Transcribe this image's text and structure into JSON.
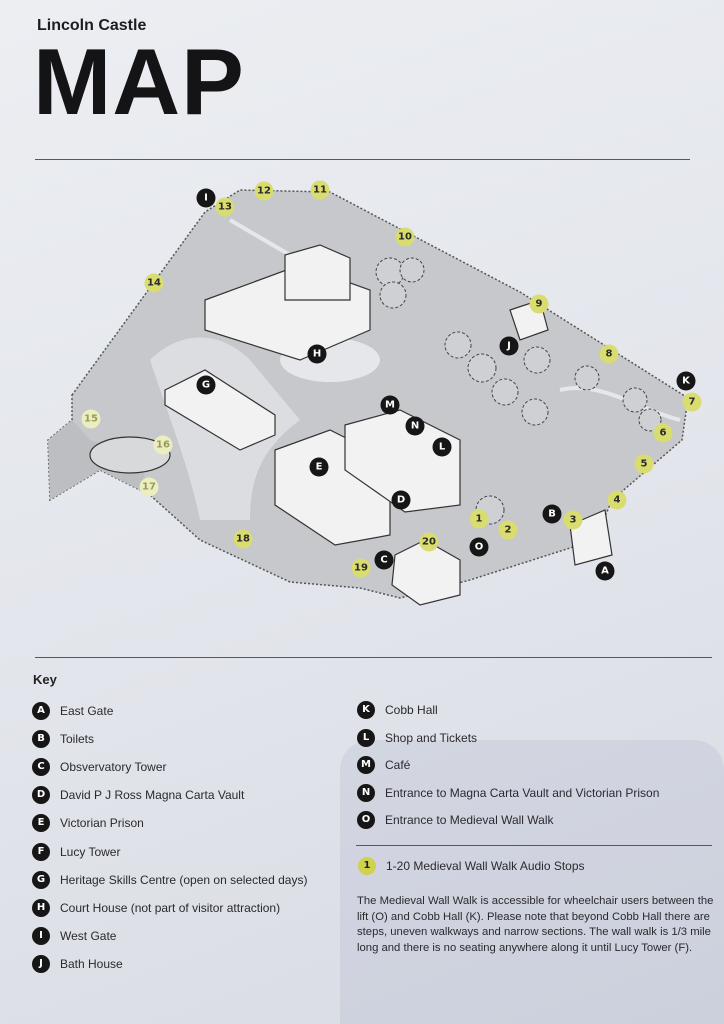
{
  "header": {
    "subtitle": "Lincoln Castle",
    "title": "MAP"
  },
  "map": {
    "markers": [
      "I",
      "13",
      "12",
      "11",
      "10",
      "14",
      "9",
      "J",
      "H",
      "8",
      "K",
      "7",
      "G",
      "M",
      "N",
      "6",
      "L",
      "15",
      "16",
      "E",
      "5",
      "17",
      "D",
      "4",
      "1",
      "B",
      "3",
      "2",
      "O",
      "18",
      "20",
      "C",
      "19",
      "A"
    ]
  },
  "key": {
    "title": "Key",
    "left": [
      {
        "letter": "A",
        "label": "East Gate"
      },
      {
        "letter": "B",
        "label": "Toilets"
      },
      {
        "letter": "C",
        "label": "Obsvervatory Tower"
      },
      {
        "letter": "D",
        "label": "David P J Ross Magna Carta Vault"
      },
      {
        "letter": "E",
        "label": "Victorian Prison"
      },
      {
        "letter": "F",
        "label": "Lucy Tower"
      },
      {
        "letter": "G",
        "label": "Heritage Skills Centre (open on selected days)"
      },
      {
        "letter": "H",
        "label": "Court House (not part of visitor attraction)"
      },
      {
        "letter": "I",
        "label": "West Gate"
      },
      {
        "letter": "J",
        "label": "Bath House"
      }
    ],
    "right": [
      {
        "letter": "K",
        "label": "Cobb Hall"
      },
      {
        "letter": "L",
        "label": "Shop and Tickets"
      },
      {
        "letter": "M",
        "label": "Café"
      },
      {
        "letter": "N",
        "label": "Entrance to Magna Carta Vault and Victorian Prison"
      },
      {
        "letter": "O",
        "label": "Entrance to Medieval Wall Walk"
      }
    ],
    "audio": {
      "number": "1",
      "label": "1-20  Medieval Wall Walk Audio Stops"
    },
    "note": "The Medieval Wall Walk is accessible for wheelchair users between the lift (O) and Cobb Hall (K). Please note that beyond Cobb Hall there are steps, uneven walkways and narrow sections. The wall walk is 1/3 mile long and there is no seating anywhere along it until Lucy Tower (F)."
  },
  "colors": {
    "ink": "#161616",
    "audio_yellow": "#d9dc6e",
    "grounds": "#c9cacc"
  }
}
